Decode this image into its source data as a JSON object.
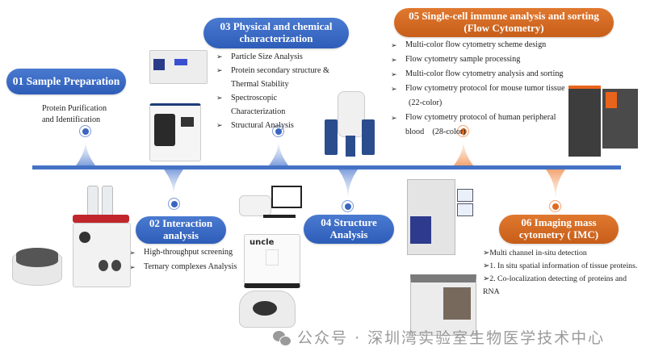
{
  "colors": {
    "blue": "#2d5db8",
    "orange": "#c75e19",
    "timeline": "#4472c4"
  },
  "steps": [
    {
      "id": "01",
      "title_lines": [
        "01 Sample Preparation"
      ],
      "color": "blue",
      "desc_lines": [
        "Protein Purification",
        "and Identification"
      ]
    },
    {
      "id": "02",
      "title_lines": [
        "02 Interaction",
        "analysis"
      ],
      "color": "blue",
      "bullets": [
        "High-throughput screening",
        "Ternary complexes Analysis"
      ]
    },
    {
      "id": "03",
      "title_lines": [
        "03 Physical and chemical",
        "characterization"
      ],
      "color": "blue",
      "bullets": [
        "Particle Size Analysis",
        "Protein secondary structure &",
        "Thermal Stability",
        "Spectroscopic",
        "Characterization",
        "Structural Analysis"
      ]
    },
    {
      "id": "04",
      "title_lines": [
        "04 Structure",
        "Analysis"
      ],
      "color": "blue"
    },
    {
      "id": "05",
      "title_lines": [
        "05 Single-cell immune analysis and sorting",
        "(Flow Cytometry)"
      ],
      "color": "orange",
      "bullets": [
        "Multi-color flow cytometry scheme design",
        "Flow cytometry sample processing",
        "Multi-color flow cytometry analysis and sorting",
        "Flow cytometry protocol for mouse tumor tissue",
        "(22-color)",
        "Flow cytometry protocol of human peripheral",
        "blood　(28-color)"
      ]
    },
    {
      "id": "06",
      "title_lines": [
        "06 Imaging mass",
        "cytometry ( IMC)"
      ],
      "color": "orange",
      "bullets": [
        "➢Multi channel in-situ detection",
        "➢1. In situ spatial information of tissue proteins.",
        "➢2. Co-localization detecting of proteins and",
        "RNA"
      ]
    }
  ],
  "bullet_glyph": "➢",
  "device_labels": {
    "uncle": "uncle"
  },
  "watermark": "公众号 · 深圳湾实验室生物医学技术中心"
}
